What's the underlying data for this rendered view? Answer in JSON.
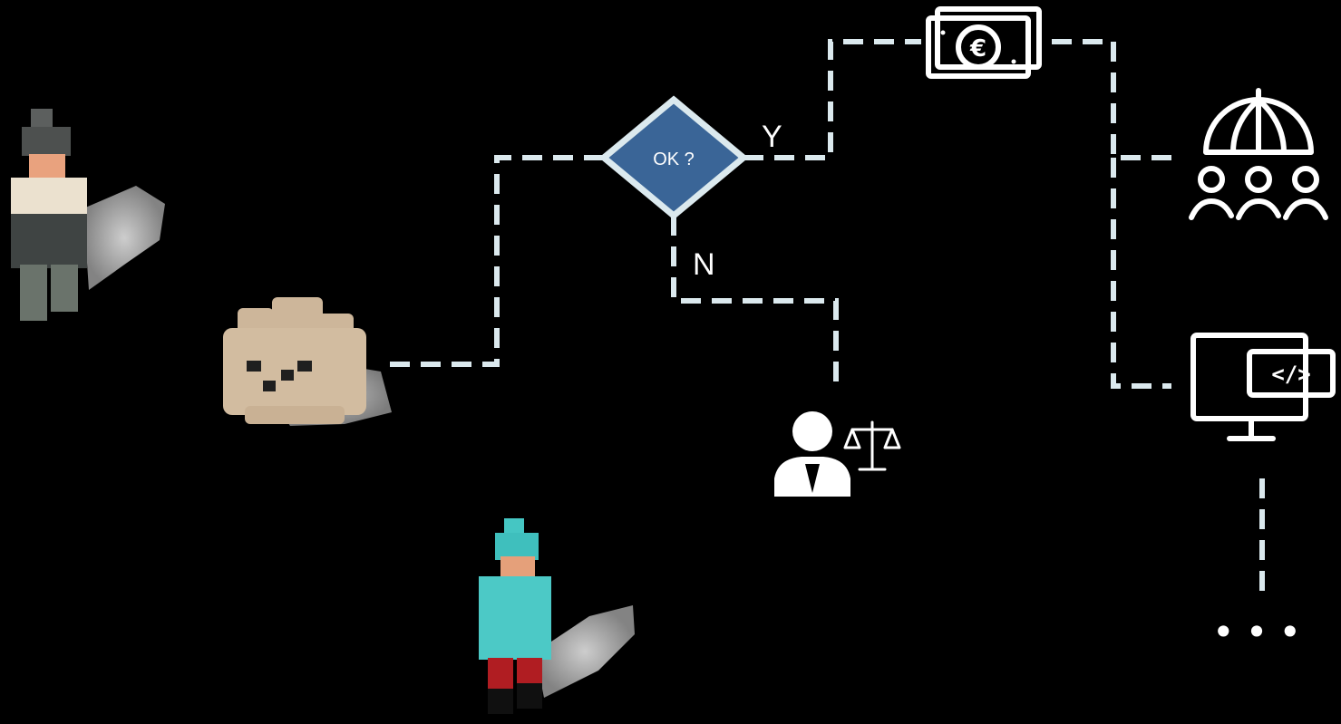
{
  "decision": {
    "label": "OK ?",
    "fill": "#3a6597",
    "border": "#dbe9ee"
  },
  "branches": {
    "yes": "Y",
    "no": "N"
  },
  "continuation": "•••",
  "colors": {
    "background": "#000000",
    "line": "#dbe9ee",
    "icon": "#ffffff"
  },
  "icons": [
    "lego-figure-gray",
    "lego-face-block",
    "lego-figure-teal",
    "banknote-euro-icon",
    "insurance-umbrella-people-icon",
    "lawyer-scale-icon",
    "computer-code-icon"
  ]
}
